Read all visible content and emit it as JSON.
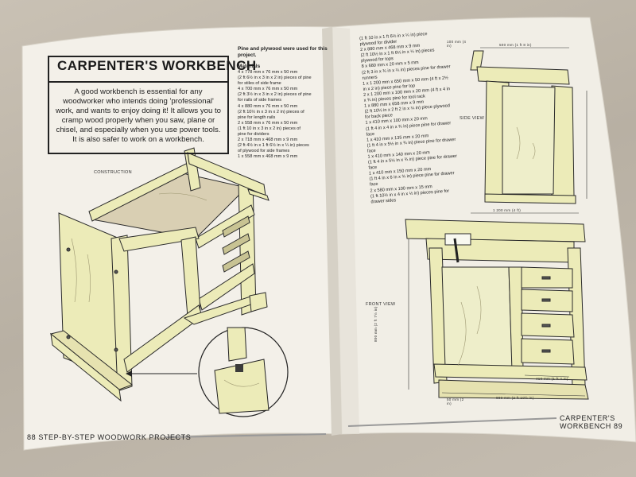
{
  "left_page": {
    "title": "CARPENTER'S WORKBENCH",
    "intro": "A good workbench is essential for any woodworker who intends doing 'professional' work, and wants to enjoy doing it! It allows you to cramp wood properly when you saw, plane or chisel, and especially when you use power tools. It is also safer to work on a workbench.",
    "materials_heading": "Pine and plywood were used for this project.",
    "materials_label": "Materials",
    "materials": [
      "4 x 778 mm x 76 mm x 50 mm",
      "(2 ft 6½ in x 3 in x 2 in) pieces of pine",
      "for stiles of side frame",
      "4 x 700 mm x 76 mm x 50 mm",
      "(2 ft 3½ in x 3 in x 2 in) pieces of pine",
      "for rails of side frames",
      "4 x 880 mm x 76 mm x 50 mm",
      "(2 ft 10½ in x 3 in x 2 in) pieces of",
      "pine for length rails",
      "2 x 558 mm x 76 mm x 50 mm",
      "(1 ft 10 in x 3 in x 2 in) pieces of",
      "pine for dividers",
      "2 x 718 mm x 468 mm x 9 mm",
      "(2 ft 4½ in x 1 ft 6½ in x ¼ in) pieces",
      "of plywood for side frames",
      "1 x 558 mm x 468 mm x 9 mm"
    ],
    "construction_label": "CONSTRUCTION",
    "footer_page": "88",
    "footer_title": "STEP-BY-STEP WOODWORK PROJECTS"
  },
  "right_page": {
    "materials": [
      "(1 ft 10 in x 1 ft 6½ in x ¼ in) piece",
      "plywood for divider",
      "2 x 880 mm x 468 mm x 9 mm",
      "(2 ft 10½ in x 1 ft 6½ in x ¼ in) pieces plywood for tops",
      "8 x 680 mm x 20 mm x 5 mm",
      "(2 ft 3 in x ¾ in x ¼ in) pieces pine for drawer runners",
      "1 x 1 200 mm x 650 mm x 50 mm (4 ft x 2½ in x 2 in) piece pine for top",
      "2 x 1 200 mm x 100 mm x 20 mm (4 ft x 4 in x ¾ in) pieces pine for tool rack",
      "1 x 880 mm x 658 mm x 9 mm",
      "(2 ft 10½ in x 2 ft 2 in x ¼ in) piece plywood for back piece",
      "1 x 410 mm x 100 mm x 20 mm",
      "(1 ft 4 in x 4 in x ¾ in) piece pine for drawer face",
      "1 x 410 mm x 135 mm x 20 mm",
      "(1 ft 4 in x 5½ in x ¾ in) piece pine for drawer face",
      "1 x 410 mm x 140 mm x 20 mm",
      "(1 ft 4 in x 5½ in x ¾ in) piece pine for drawer face",
      "1 x 410 mm x 150 mm x 20 mm",
      "(1 ft 4 in x 6 in x ¾ in) piece pine for drawer face",
      "2 x 580 mm x 100 mm x 15 mm",
      "(1 ft 10½ in x 4 in x ½ in) pieces pine for drawer sides"
    ],
    "side_view_label": "SIDE VIEW",
    "front_view_label": "FRONT VIEW",
    "dim_side_top": "500 mm (1 ft 8 in)",
    "dim_side_corner": "100 mm (4 in)",
    "dim_front_width": "1 200 mm (4 ft)",
    "dim_front_height": "800 mm (2 ft 7½ in)",
    "dim_front_base": "880 mm (2 ft 10½ in)",
    "dim_front_drawers": "410 mm (1 ft 4 in)",
    "dim_front_leg": "50 mm (2 in)",
    "footer_title": "CARPENTER'S WORKBENCH",
    "footer_page": "89"
  },
  "colors": {
    "paper": "#f4f1ea",
    "wood": "#ecebb8",
    "ink": "#222222",
    "background": "#bfb7ab"
  }
}
